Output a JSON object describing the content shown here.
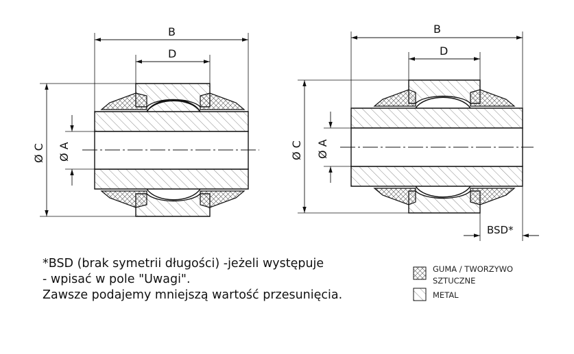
{
  "labels": {
    "left_b": "B",
    "left_d": "D",
    "left_c": "Ø C",
    "left_a": "Ø A",
    "right_b": "B",
    "right_d": "D",
    "right_c": "Ø C",
    "right_a": "Ø A",
    "bsd": "BSD*"
  },
  "notes": {
    "line1": "*BSD (brak symetrii długości) -jeżeli występuje",
    "line2": "- wpisać w pole \"Uwagi\".",
    "line3": "Zawsze podajemy mniejszą wartość przesunięcia."
  },
  "legend": {
    "rubber_line1": "GUMA / TWORZYWO",
    "rubber_line2": "SZTUCZNE",
    "metal": "METAL"
  }
}
